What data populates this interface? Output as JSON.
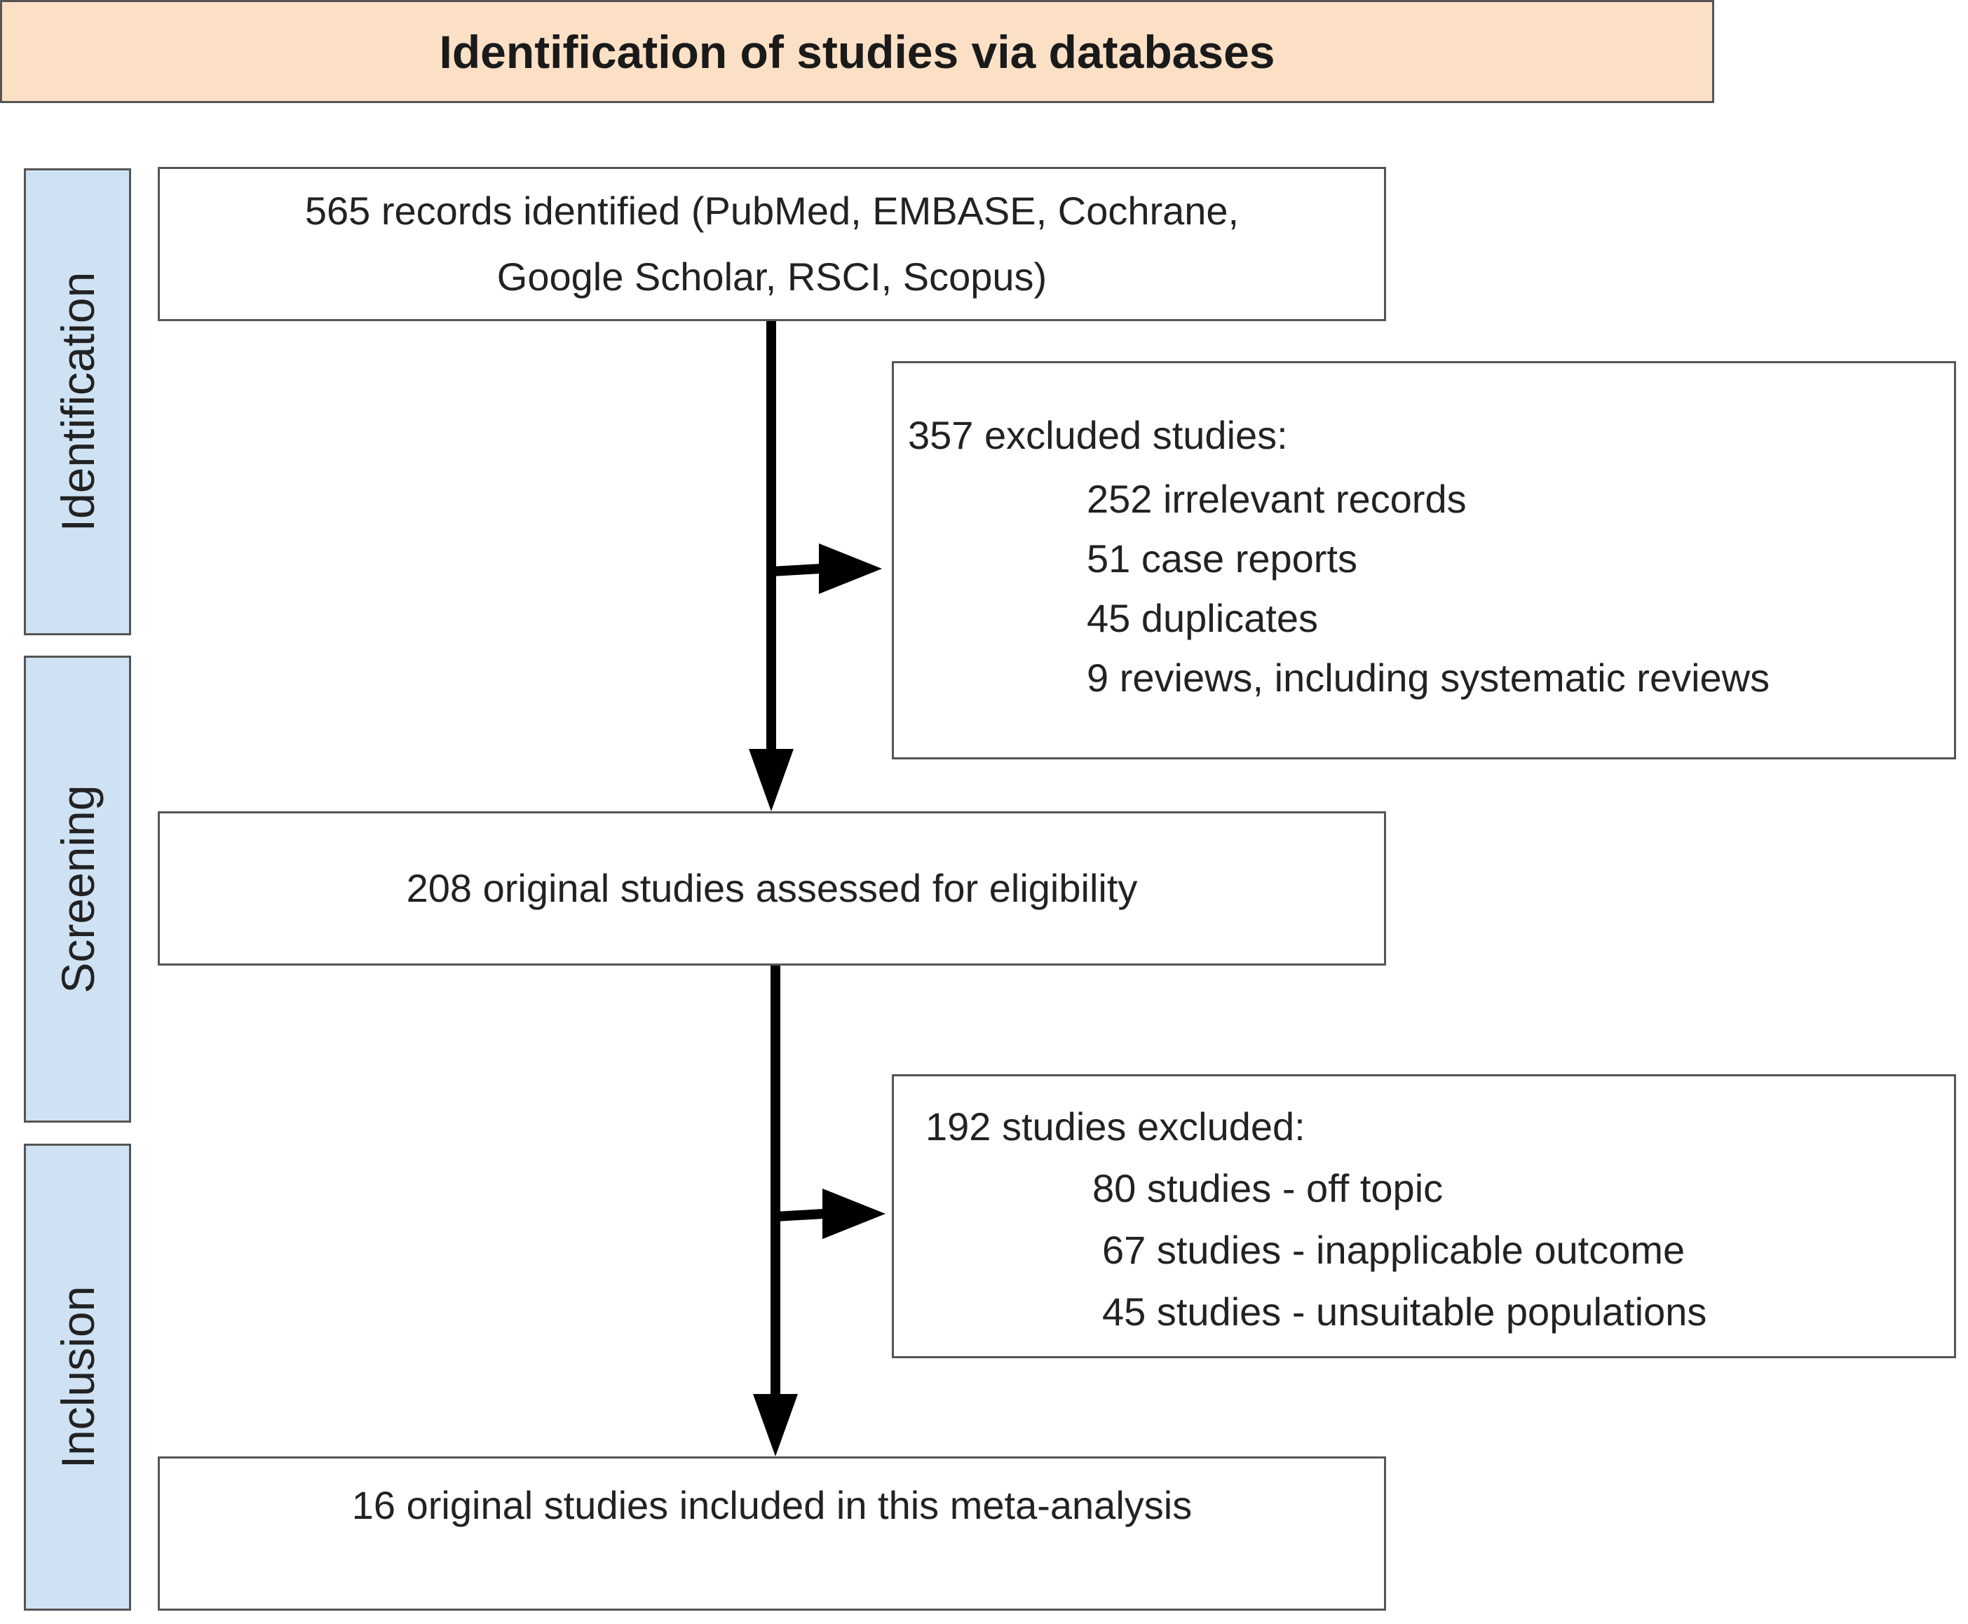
{
  "header": {
    "title": "Identification of studies via databases"
  },
  "stages": [
    {
      "label": "Identification"
    },
    {
      "label": "Screening"
    },
    {
      "label": "Inclusion"
    }
  ],
  "boxes": {
    "identified": {
      "line1": "565 records identified (PubMed, EMBASE, Cochrane,",
      "line2": "Google Scholar, RSCI, Scopus)"
    },
    "excluded1": {
      "heading": "357 excluded studies:",
      "items": [
        "252 irrelevant records",
        "51 case reports",
        "45 duplicates",
        "9 reviews, including systematic reviews"
      ]
    },
    "assessed": {
      "text": "208 original studies assessed for eligibility"
    },
    "excluded2": {
      "heading": "192 studies excluded:",
      "items": [
        "80 studies - off topic",
        "67 studies - inapplicable outcome",
        "45 studies - unsuitable populations"
      ]
    },
    "included": {
      "text": "16 original studies included in this meta-analysis"
    }
  },
  "colors": {
    "header_fill": "#fbe0c6",
    "stage_fill": "#cfe2f3",
    "border": "#555555",
    "arrow": "#000000"
  }
}
